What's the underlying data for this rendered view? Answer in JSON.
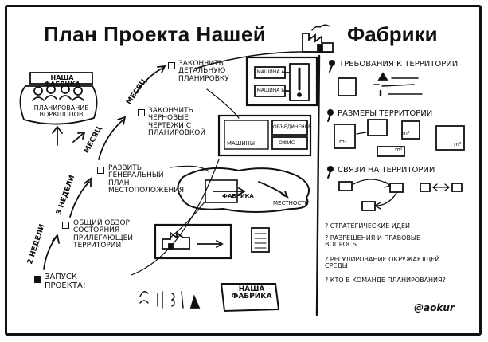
{
  "title": "План Проекта Нашей",
  "title_end": "Фабрики",
  "steps": [
    {
      "label": "Запуск проекта!"
    },
    {
      "label": "Общий обзор состояния прилегающей территории"
    },
    {
      "label": "Развить генеральный план местоположения"
    },
    {
      "label": "Закончить черновые чертежи с планировкой"
    },
    {
      "label": "Закончить детальную планировку"
    }
  ],
  "durations": [
    "2 недели",
    "3 недели",
    "месяц",
    "месяц"
  ],
  "goal": {
    "top": "Наша фабрика",
    "bottom": "Планирование воркшопов"
  },
  "layout_labels": {
    "machines": "Машины",
    "union": "Объединение",
    "office": "Офис",
    "factory": "Фабрика",
    "terrain": "Местность",
    "machine_a": "Машина А",
    "machine_b": "Машина Б"
  },
  "right": {
    "req": "Требования к территории",
    "sizes": "Размеры территории",
    "links": "Связи на территории",
    "m2": "m²",
    "questions": [
      "Стратегические идеи",
      "Разрешения и правовые вопросы",
      "Регулирование окружающей среды",
      "Кто в команде планирования?"
    ]
  },
  "badge": "Наша фабрика",
  "signature": "@aokur"
}
